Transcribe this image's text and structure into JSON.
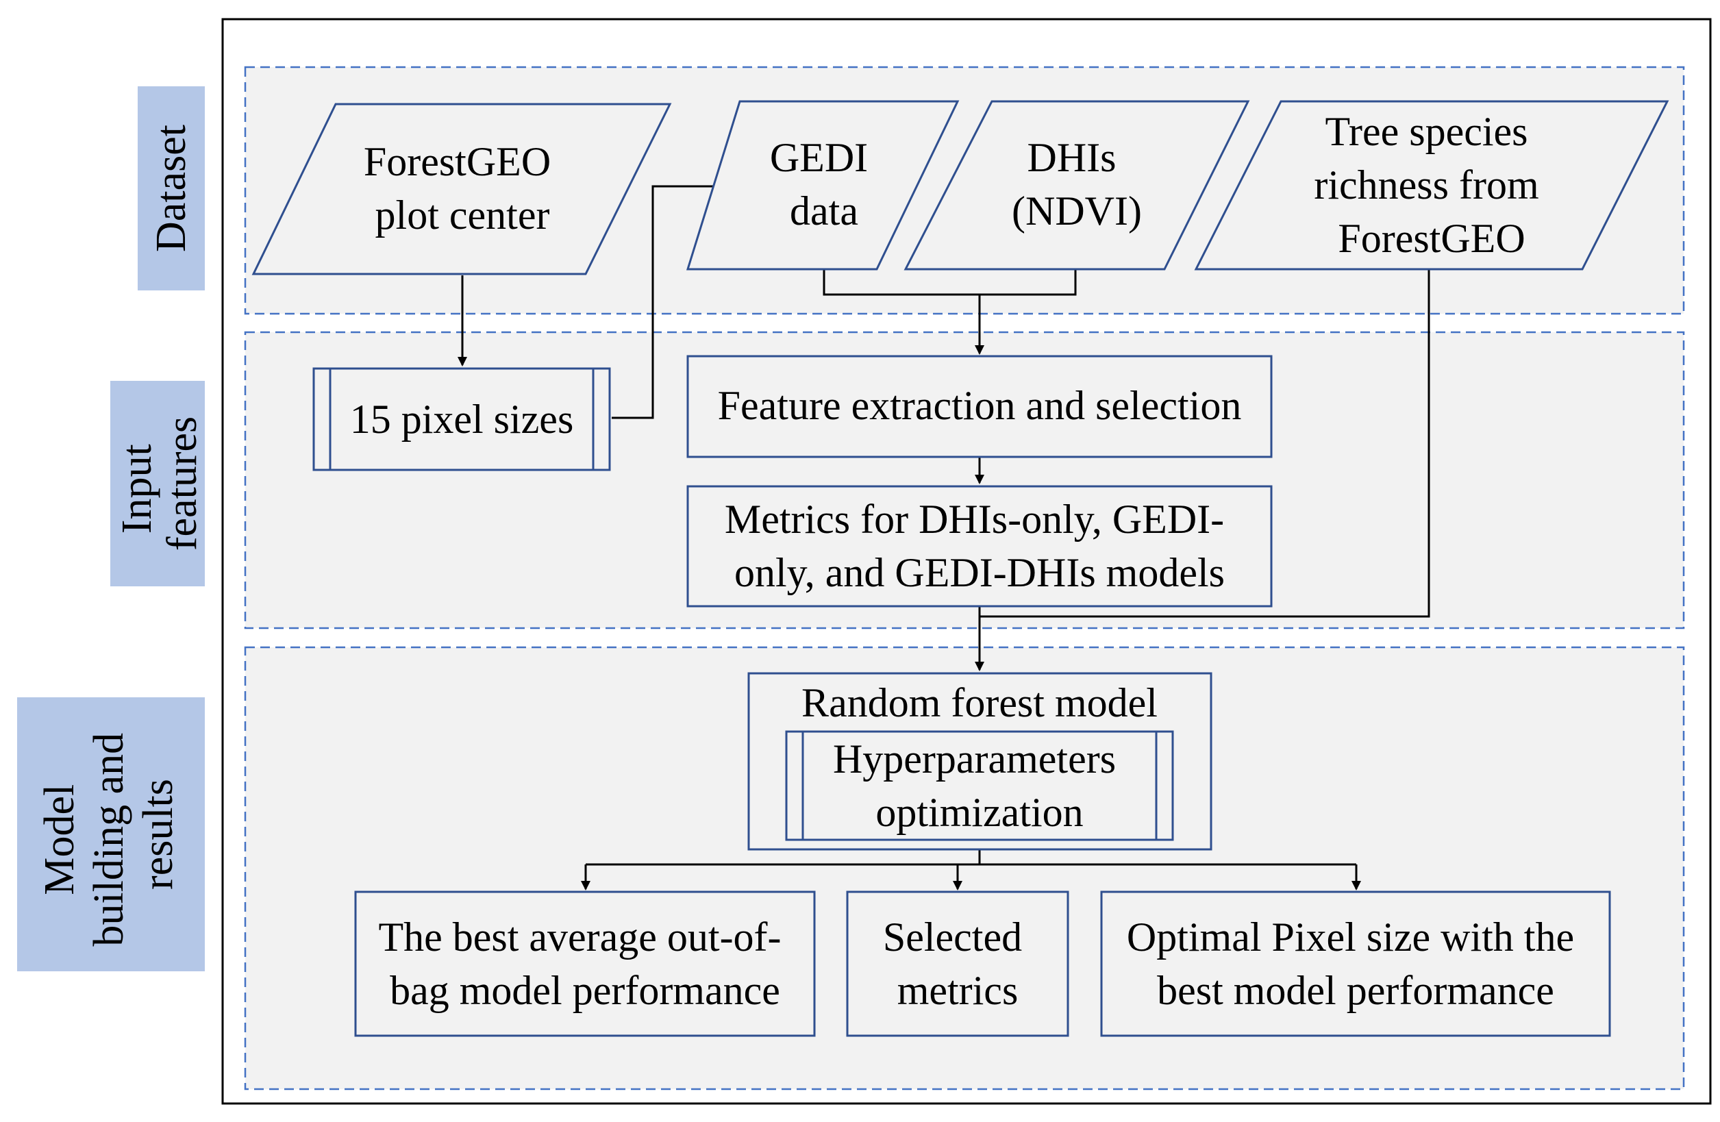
{
  "colors": {
    "section_fill": "#f2f2f2",
    "section_border": "#4472c4",
    "shape_border": "#2f4f8f",
    "label_fill": "#b4c7e7",
    "line": "#000000"
  },
  "sections": {
    "dataset": "Dataset",
    "input_features": [
      "Input",
      "features"
    ],
    "model_building": [
      "Model",
      "building and",
      "results"
    ]
  },
  "nodes": {
    "forestgeo_plot": [
      "ForestGEO",
      "plot center"
    ],
    "gedi_data": [
      "GEDI",
      "data"
    ],
    "dhis_ndvi": [
      "DHIs",
      "(NDVI)"
    ],
    "tree_species": [
      "Tree species",
      "richness from",
      "ForestGEO"
    ],
    "pixel_sizes": "15 pixel sizes",
    "feature_extraction": "Feature extraction and selection",
    "metrics": [
      "Metrics for DHIs-only, GEDI-",
      "only, and GEDI-DHIs models"
    ],
    "random_forest": "Random forest model",
    "hyperparameters": [
      "Hyperparameters",
      "optimization"
    ],
    "best_average": [
      "The best average out-of-",
      "bag model performance"
    ],
    "selected_metrics": [
      "Selected",
      "metrics"
    ],
    "optimal_pixel": [
      "Optimal Pixel size with the",
      "best model performance"
    ]
  }
}
